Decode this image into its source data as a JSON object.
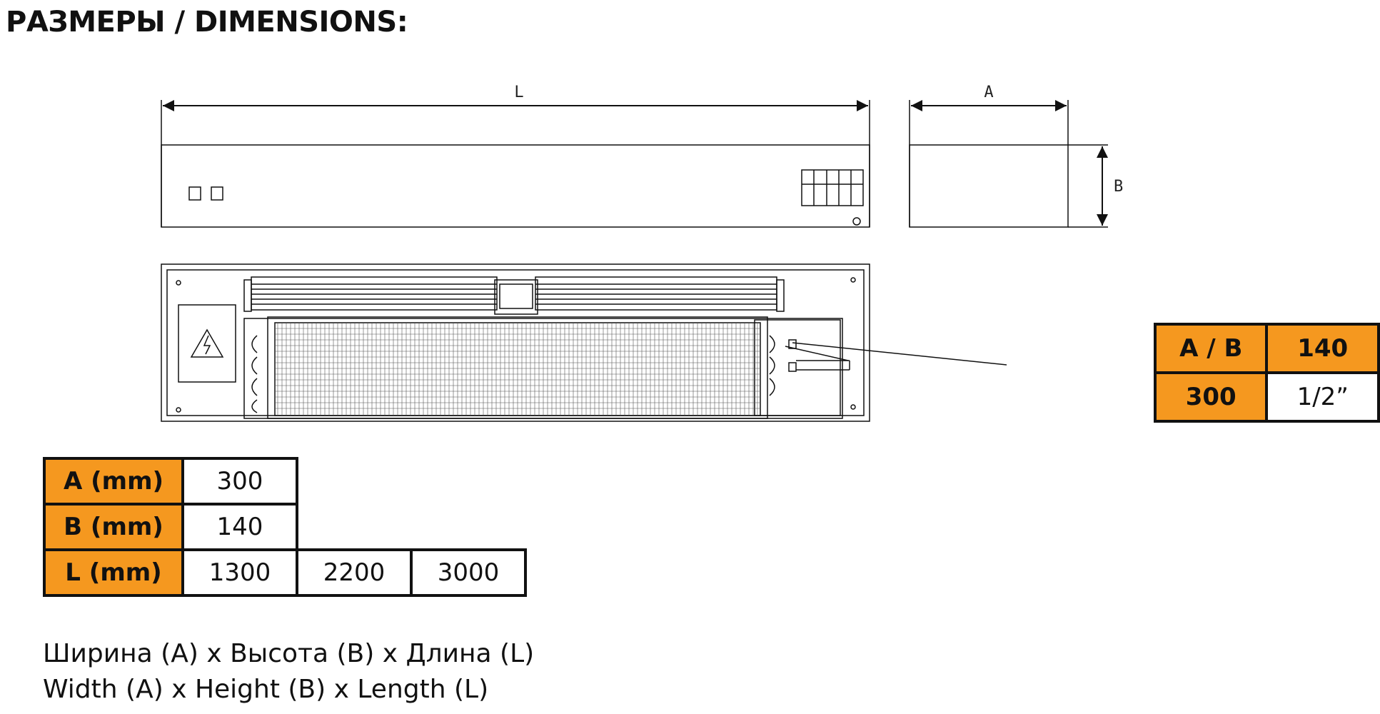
{
  "title": "РАЗМЕРЫ / DIMENSIONS:",
  "drawing": {
    "front_dim_label": "L",
    "side_width_label": "A",
    "side_height_label": "B"
  },
  "connection_table": {
    "header_1": "A / B",
    "header_2": "140",
    "row_label": "300",
    "row_value": "1/2”"
  },
  "dimensions_table": {
    "rows": [
      {
        "label": "A (mm)",
        "values": [
          "300"
        ]
      },
      {
        "label": "B (mm)",
        "values": [
          "140"
        ]
      },
      {
        "label": "L (mm)",
        "values": [
          "1300",
          "2200",
          "3000"
        ]
      }
    ]
  },
  "captions": {
    "ru": "Ширина (A) x Высота (B) x Длина (L)",
    "en": "Width (A) x Height (B) x Length (L)"
  },
  "colors": {
    "header_fill": "#f5981f",
    "line": "#111111"
  }
}
